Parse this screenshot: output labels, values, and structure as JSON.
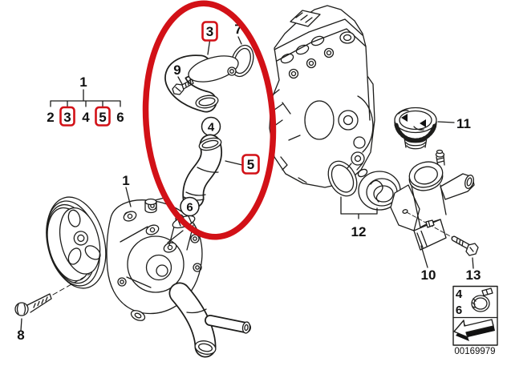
{
  "figure": {
    "image_number": "00169979",
    "highlight_color": "#d21117",
    "line_color": "#1d1d1b",
    "background": "#ffffff"
  },
  "tree": {
    "root": "1",
    "items": [
      "2",
      "3",
      "4",
      "5",
      "6"
    ],
    "highlighted": [
      "3",
      "5"
    ]
  },
  "callouts": {
    "pump": "1",
    "elbow": "3",
    "oring_small": "4",
    "hose": "5",
    "clamp_lower": "6",
    "gasket_ring": "7",
    "pump_bolt": "8",
    "elbow_bolt": "9",
    "housing": "10",
    "cap": "11",
    "thermostat": "12",
    "housing_bolt": "13"
  },
  "legend": {
    "clamp_refs": [
      "4",
      "6"
    ]
  }
}
